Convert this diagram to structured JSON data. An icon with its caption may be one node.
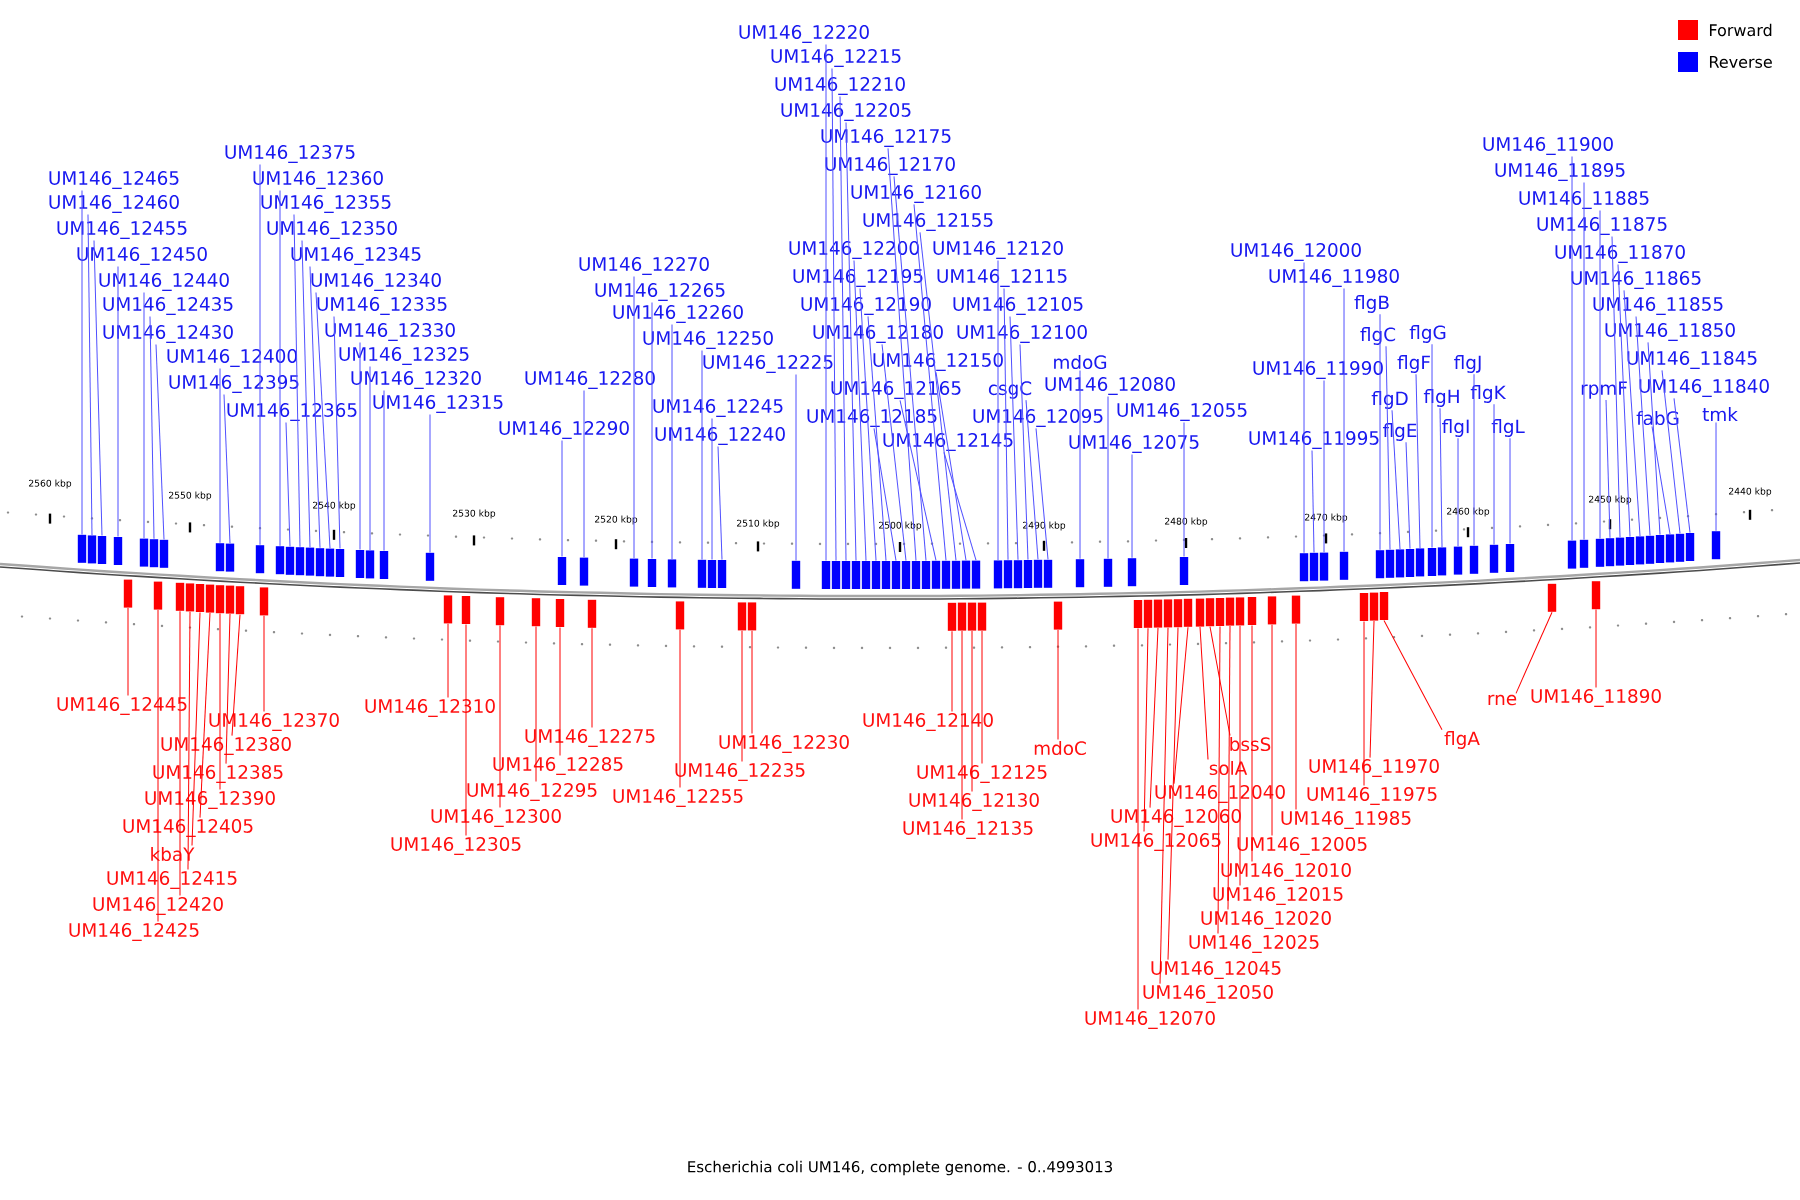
{
  "diagram": {
    "caption": "Escherichia coli UM146, complete genome. - 0..4993013",
    "nodes": [
      {
        "text": [
          "UM146_12465"
        ]
      },
      {
        "text": [
          "UM146_12460"
        ]
      },
      {
        "text": [
          "UM146_12455"
        ]
      },
      {
        "text": [
          "UM146_12450"
        ]
      },
      {
        "text": [
          "UM146_12440"
        ]
      },
      {
        "text": [
          "UM146_12435"
        ]
      },
      {
        "text": [
          "UM146_12430"
        ]
      },
      {
        "text": [
          "UM146_12400"
        ]
      },
      {
        "text": [
          "UM146_12395"
        ]
      },
      {
        "text": [
          "UM146_12375"
        ]
      },
      {
        "text": [
          "UM146_12360"
        ]
      },
      {
        "text": [
          "UM146_12355"
        ]
      },
      {
        "text": [
          "UM146_12350"
        ]
      },
      {
        "text": [
          "UM146_12345"
        ]
      },
      {
        "text": [
          "UM146_12340"
        ]
      },
      {
        "text": [
          "UM146_12335"
        ]
      },
      {
        "text": [
          "UM146_12330"
        ]
      },
      {
        "text": [
          "UM146_12325"
        ]
      },
      {
        "text": [
          "UM146_12320"
        ]
      },
      {
        "text": [
          "UM146_12365"
        ]
      },
      {
        "text": [
          "UM146_12315"
        ]
      },
      {
        "text": [
          "UM146_12290"
        ]
      },
      {
        "text": [
          "UM146_12280"
        ]
      },
      {
        "text": [
          "UM146_12270"
        ]
      },
      {
        "text": [
          "UM146_12265"
        ]
      },
      {
        "text": [
          "UM146_12260"
        ]
      },
      {
        "text": [
          "UM146_12250"
        ]
      },
      {
        "text": [
          "UM146_12245"
        ]
      },
      {
        "text": [
          "UM146_12240"
        ]
      },
      {
        "text": [
          "UM146_12225"
        ]
      },
      {
        "text": [
          "UM146_12220"
        ]
      },
      {
        "text": [
          "UM146_12215"
        ]
      },
      {
        "text": [
          "UM146_12210"
        ]
      },
      {
        "text": [
          "UM146_12205"
        ]
      },
      {
        "text": [
          "UM146_12175"
        ]
      },
      {
        "text": [
          "UM146_12170"
        ]
      },
      {
        "text": [
          "UM146_12160"
        ]
      },
      {
        "text": [
          "UM146_12155"
        ]
      },
      {
        "text": [
          "UM146_12200"
        ]
      },
      {
        "text": [
          "UM146_12195"
        ]
      },
      {
        "text": [
          "UM146_12190"
        ]
      },
      {
        "text": [
          "UM146_12180"
        ]
      },
      {
        "text": [
          "UM146_12150"
        ]
      },
      {
        "text": [
          "UM146_12165"
        ]
      },
      {
        "text": [
          "UM146_12185"
        ]
      },
      {
        "text": [
          "UM146_12145"
        ]
      },
      {
        "text": [
          "UM146_12120"
        ]
      },
      {
        "text": [
          "UM146_12115"
        ]
      },
      {
        "text": [
          "UM146_12105"
        ]
      },
      {
        "text": [
          "UM146_12100"
        ]
      },
      {
        "text": [
          "mdoG"
        ]
      },
      {
        "text": [
          "csgC"
        ]
      },
      {
        "text": [
          "UM146_12080"
        ]
      },
      {
        "text": [
          "UM146_12095"
        ]
      },
      {
        "text": [
          "UM146_12055"
        ]
      },
      {
        "text": [
          "UM146_12075"
        ]
      },
      {
        "text": [
          "UM146_12000"
        ]
      },
      {
        "text": [
          "UM146_11980"
        ]
      },
      {
        "text": [
          "flgB"
        ]
      },
      {
        "text": [
          "flgC"
        ]
      },
      {
        "text": [
          "flgG"
        ]
      },
      {
        "text": [
          "flgF"
        ]
      },
      {
        "text": [
          "flgJ"
        ]
      },
      {
        "text": [
          "UM146_11990"
        ]
      },
      {
        "text": [
          "flgD"
        ]
      },
      {
        "text": [
          "flgH"
        ]
      },
      {
        "text": [
          "flgK"
        ]
      },
      {
        "text": [
          "flgE"
        ]
      },
      {
        "text": [
          "flgI"
        ]
      },
      {
        "text": [
          "flgL"
        ]
      },
      {
        "text": [
          "UM146_11995"
        ]
      },
      {
        "text": [
          "UM146_11900"
        ]
      },
      {
        "text": [
          "UM146_11895"
        ]
      },
      {
        "text": [
          "UM146_11885"
        ]
      },
      {
        "text": [
          "UM146_11875"
        ]
      },
      {
        "text": [
          "UM146_11870"
        ]
      },
      {
        "text": [
          "UM146_11865"
        ]
      },
      {
        "text": [
          "UM146_11855"
        ]
      },
      {
        "text": [
          "UM146_11850"
        ]
      },
      {
        "text": [
          "UM146_11845"
        ]
      },
      {
        "text": [
          "UM146_11840"
        ]
      },
      {
        "text": [
          "rpmF"
        ]
      },
      {
        "text": [
          "fabG"
        ]
      },
      {
        "text": [
          "tmk"
        ]
      },
      {
        "text": [
          "UM146_12445"
        ]
      },
      {
        "text": [
          "UM146_12370"
        ]
      },
      {
        "text": [
          "UM146_12380"
        ]
      },
      {
        "text": [
          "UM146_12385"
        ]
      },
      {
        "text": [
          "UM146_12390"
        ]
      },
      {
        "text": [
          "UM146_12405"
        ]
      },
      {
        "text": [
          "kbaY"
        ]
      },
      {
        "text": [
          "UM146_12415"
        ]
      },
      {
        "text": [
          "UM146_12420"
        ]
      },
      {
        "text": [
          "UM146_12425"
        ]
      },
      {
        "text": [
          "UM146_12310"
        ]
      },
      {
        "text": [
          "UM146_12305"
        ]
      },
      {
        "text": [
          "UM146_12300"
        ]
      },
      {
        "text": [
          "UM146_12295"
        ]
      },
      {
        "text": [
          "UM146_12285"
        ]
      },
      {
        "text": [
          "UM146_12275"
        ]
      },
      {
        "text": [
          "UM146_12255"
        ]
      },
      {
        "text": [
          "UM146_12235"
        ]
      },
      {
        "text": [
          "UM146_12230"
        ]
      },
      {
        "text": [
          "UM146_12140"
        ]
      },
      {
        "text": [
          "UM146_12125"
        ]
      },
      {
        "text": [
          "UM146_12130"
        ]
      },
      {
        "text": [
          "UM146_12135"
        ]
      },
      {
        "text": [
          "mdoC"
        ]
      },
      {
        "text": [
          "bssS"
        ]
      },
      {
        "text": [
          "solA"
        ]
      },
      {
        "text": [
          "UM146_12040"
        ]
      },
      {
        "text": [
          "UM146_12060"
        ]
      },
      {
        "text": [
          "UM146_12065"
        ]
      },
      {
        "text": [
          "UM146_12005"
        ]
      },
      {
        "text": [
          "UM146_12010"
        ]
      },
      {
        "text": [
          "UM146_12015"
        ]
      },
      {
        "text": [
          "UM146_12020"
        ]
      },
      {
        "text": [
          "UM146_12025"
        ]
      },
      {
        "text": [
          "UM146_12045"
        ]
      },
      {
        "text": [
          "UM146_12050"
        ]
      },
      {
        "text": [
          "UM146_12070"
        ]
      },
      {
        "text": [
          "UM146_11970"
        ]
      },
      {
        "text": [
          "UM146_11975"
        ]
      },
      {
        "text": [
          "UM146_11985"
        ]
      },
      {
        "text": [
          "flgA"
        ]
      },
      {
        "text": [
          "rne"
        ]
      },
      {
        "text": [
          "UM146_11890"
        ]
      },
      {
        "text": [],
        "shape": "bar"
      },
      {
        "text": [],
        "shape": "bar"
      },
      {
        "text": [],
        "shape": "bar"
      },
      {
        "text": [],
        "shape": "bar"
      },
      {
        "text": [],
        "shape": "bar"
      },
      {
        "text": [],
        "shape": "bar"
      },
      {
        "text": [],
        "shape": "bar"
      },
      {
        "text": [],
        "shape": "bar"
      },
      {
        "text": [],
        "shape": "bar"
      },
      {
        "text": [],
        "shape": "bar"
      },
      {
        "text": [],
        "shape": "bar"
      },
      {
        "text": [],
        "shape": "bar"
      },
      {
        "text": [],
        "shape": "bar"
      },
      {
        "text": [],
        "shape": "bar"
      },
      {
        "text": [],
        "shape": "bar"
      },
      {
        "text": [],
        "shape": "bar"
      },
      {
        "text": [],
        "shape": "bar"
      },
      {
        "text": [],
        "shape": "bar"
      },
      {
        "text": [],
        "shape": "bar"
      },
      {
        "text": [],
        "shape": "bar"
      },
      {
        "text": [],
        "shape": "bar"
      },
      {
        "text": [],
        "shape": "bar"
      },
      {
        "text": [],
        "shape": "bar"
      },
      {
        "text": [],
        "shape": "bar"
      },
      {
        "text": [],
        "shape": "bar"
      },
      {
        "text": [],
        "shape": "bar"
      },
      {
        "text": [],
        "shape": "bar"
      },
      {
        "text": [],
        "shape": "bar"
      },
      {
        "text": [],
        "shape": "bar"
      },
      {
        "text": [],
        "shape": "bar"
      },
      {
        "text": [],
        "shape": "bar"
      },
      {
        "text": [],
        "shape": "bar"
      },
      {
        "text": [],
        "shape": "bar"
      },
      {
        "text": [],
        "shape": "bar"
      },
      {
        "text": [],
        "shape": "bar"
      },
      {
        "text": [],
        "shape": "bar"
      },
      {
        "text": [],
        "shape": "bar"
      },
      {
        "text": [],
        "shape": "bar"
      },
      {
        "text": [],
        "shape": "bar"
      },
      {
        "text": [],
        "shape": "bar"
      },
      {
        "text": [],
        "shape": "bar"
      },
      {
        "text": [],
        "shape": "bar"
      },
      {
        "text": [],
        "shape": "bar"
      },
      {
        "text": [],
        "shape": "bar"
      },
      {
        "text": [],
        "shape": "bar"
      },
      {
        "text": [],
        "shape": "bar"
      },
      {
        "text": [],
        "shape": "bar"
      },
      {
        "text": [],
        "shape": "bar"
      },
      {
        "text": [],
        "shape": "bar"
      },
      {
        "text": [],
        "shape": "bar"
      },
      {
        "text": [],
        "shape": "bar"
      },
      {
        "text": [],
        "shape": "bar"
      },
      {
        "text": [],
        "shape": "bar"
      },
      {
        "text": [],
        "shape": "bar"
      },
      {
        "text": [],
        "shape": "bar"
      },
      {
        "text": [],
        "shape": "bar"
      },
      {
        "text": [],
        "shape": "bar"
      },
      {
        "text": [],
        "shape": "bar"
      },
      {
        "text": [],
        "shape": "bar"
      },
      {
        "text": [],
        "shape": "bar"
      },
      {
        "text": [],
        "shape": "bar"
      },
      {
        "text": [],
        "shape": "bar"
      },
      {
        "text": [],
        "shape": "bar"
      },
      {
        "text": [],
        "shape": "bar"
      },
      {
        "text": [],
        "shape": "bar"
      },
      {
        "text": [],
        "shape": "bar"
      },
      {
        "text": [],
        "shape": "bar"
      },
      {
        "text": [],
        "shape": "bar"
      },
      {
        "text": [],
        "shape": "bar"
      },
      {
        "text": [],
        "shape": "bar"
      },
      {
        "text": [],
        "shape": "bar"
      },
      {
        "text": [],
        "shape": "bar"
      },
      {
        "text": [],
        "shape": "bar"
      },
      {
        "text": [],
        "shape": "bar"
      },
      {
        "text": [],
        "shape": "bar"
      },
      {
        "text": [],
        "shape": "bar"
      },
      {
        "text": [],
        "shape": "bar"
      },
      {
        "text": [],
        "shape": "bar"
      },
      {
        "text": [],
        "shape": "bar"
      },
      {
        "text": [],
        "shape": "bar"
      },
      {
        "text": [],
        "shape": "bar"
      },
      {
        "text": [],
        "shape": "bar"
      },
      {
        "text": [],
        "shape": "bar"
      },
      {
        "text": [],
        "shape": "bar"
      },
      {
        "text": [],
        "shape": "bar"
      },
      {
        "text": [],
        "shape": "bar"
      },
      {
        "text": [],
        "shape": "bar"
      },
      {
        "text": [],
        "shape": "bar"
      },
      {
        "text": [],
        "shape": "bar"
      },
      {
        "text": [],
        "shape": "bar"
      },
      {
        "text": [],
        "shape": "bar"
      },
      {
        "text": [],
        "shape": "bar"
      },
      {
        "text": [],
        "shape": "bar"
      },
      {
        "text": [],
        "shape": "bar"
      },
      {
        "text": [],
        "shape": "bar"
      },
      {
        "text": [],
        "shape": "bar"
      },
      {
        "text": [],
        "shape": "bar"
      },
      {
        "text": [],
        "shape": "bar"
      },
      {
        "text": [],
        "shape": "bar"
      },
      {
        "text": [],
        "shape": "bar"
      },
      {
        "text": [],
        "shape": "bar"
      },
      {
        "text": [],
        "shape": "bar"
      },
      {
        "text": [],
        "shape": "bar"
      },
      {
        "text": [],
        "shape": "bar"
      },
      {
        "text": [],
        "shape": "bar"
      },
      {
        "text": [],
        "shape": "bar"
      },
      {
        "text": [],
        "shape": "bar"
      },
      {
        "text": [],
        "shape": "bar"
      },
      {
        "text": [],
        "shape": "bar"
      },
      {
        "text": [],
        "shape": "bar"
      },
      {
        "text": [],
        "shape": "bar"
      },
      {
        "text": [],
        "shape": "bar"
      },
      {
        "text": [],
        "shape": "bar"
      },
      {
        "text": [],
        "shape": "bar"
      },
      {
        "text": [],
        "shape": "bar"
      },
      {
        "text": [],
        "shape": "bar"
      },
      {
        "text": [],
        "shape": "bar"
      },
      {
        "text": [],
        "shape": "bar"
      },
      {
        "text": [],
        "shape": "bar"
      },
      {
        "text": [],
        "shape": "bar"
      },
      {
        "text": [],
        "shape": "bar"
      },
      {
        "text": [],
        "shape": "bar"
      },
      {
        "text": [],
        "shape": "bar"
      },
      {
        "text": [],
        "shape": "bar"
      },
      {
        "text": [],
        "shape": "bar"
      },
      {
        "text": [],
        "shape": "bar"
      },
      {
        "text": [],
        "shape": "bar"
      }
    ],
    "edges": [
      {
        "from": 0,
        "to": 127,
        "arrow": "none"
      },
      {
        "from": 1,
        "to": 128,
        "arrow": "none"
      },
      {
        "from": 2,
        "to": 129,
        "arrow": "none"
      },
      {
        "from": 3,
        "to": 130,
        "arrow": "none"
      },
      {
        "from": 4,
        "to": 131,
        "arrow": "none"
      },
      {
        "from": 5,
        "to": 132,
        "arrow": "none"
      },
      {
        "from": 6,
        "to": 133,
        "arrow": "none"
      },
      {
        "from": 7,
        "to": 134,
        "arrow": "none"
      },
      {
        "from": 8,
        "to": 135,
        "arrow": "none"
      },
      {
        "from": 9,
        "to": 136,
        "arrow": "none"
      },
      {
        "from": 10,
        "to": 137,
        "arrow": "none"
      },
      {
        "from": 11,
        "to": 139,
        "arrow": "none"
      },
      {
        "from": 12,
        "to": 140,
        "arrow": "none"
      },
      {
        "from": 13,
        "to": 141,
        "arrow": "none"
      },
      {
        "from": 14,
        "to": 142,
        "arrow": "none"
      },
      {
        "from": 15,
        "to": 143,
        "arrow": "none"
      },
      {
        "from": 16,
        "to": 144,
        "arrow": "none"
      },
      {
        "from": 17,
        "to": 145,
        "arrow": "none"
      },
      {
        "from": 18,
        "to": 146,
        "arrow": "none"
      },
      {
        "from": 19,
        "to": 138,
        "arrow": "none"
      },
      {
        "from": 20,
        "to": 147,
        "arrow": "none"
      },
      {
        "from": 21,
        "to": 148,
        "arrow": "none"
      },
      {
        "from": 22,
        "to": 149,
        "arrow": "none"
      },
      {
        "from": 23,
        "to": 150,
        "arrow": "none"
      },
      {
        "from": 24,
        "to": 151,
        "arrow": "none"
      },
      {
        "from": 25,
        "to": 152,
        "arrow": "none"
      },
      {
        "from": 26,
        "to": 153,
        "arrow": "none"
      },
      {
        "from": 27,
        "to": 154,
        "arrow": "none"
      },
      {
        "from": 28,
        "to": 155,
        "arrow": "none"
      },
      {
        "from": 29,
        "to": 156,
        "arrow": "none"
      },
      {
        "from": 30,
        "to": 157,
        "arrow": "none"
      },
      {
        "from": 31,
        "to": 158,
        "arrow": "none"
      },
      {
        "from": 32,
        "to": 159,
        "arrow": "none"
      },
      {
        "from": 33,
        "to": 160,
        "arrow": "none"
      },
      {
        "from": 34,
        "to": 166,
        "arrow": "none"
      },
      {
        "from": 35,
        "to": 167,
        "arrow": "none"
      },
      {
        "from": 36,
        "to": 169,
        "arrow": "none"
      },
      {
        "from": 37,
        "to": 170,
        "arrow": "none"
      },
      {
        "from": 38,
        "to": 161,
        "arrow": "none"
      },
      {
        "from": 39,
        "to": 162,
        "arrow": "none"
      },
      {
        "from": 40,
        "to": 163,
        "arrow": "none"
      },
      {
        "from": 41,
        "to": 165,
        "arrow": "none"
      },
      {
        "from": 42,
        "to": 171,
        "arrow": "none"
      },
      {
        "from": 43,
        "to": 168,
        "arrow": "none"
      },
      {
        "from": 44,
        "to": 164,
        "arrow": "none"
      },
      {
        "from": 45,
        "to": 172,
        "arrow": "none"
      },
      {
        "from": 46,
        "to": 173,
        "arrow": "none"
      },
      {
        "from": 47,
        "to": 174,
        "arrow": "none"
      },
      {
        "from": 48,
        "to": 175,
        "arrow": "none"
      },
      {
        "from": 49,
        "to": 176,
        "arrow": "none"
      },
      {
        "from": 50,
        "to": 179,
        "arrow": "none"
      },
      {
        "from": 51,
        "to": 177,
        "arrow": "none"
      },
      {
        "from": 52,
        "to": 180,
        "arrow": "none"
      },
      {
        "from": 53,
        "to": 178,
        "arrow": "none"
      },
      {
        "from": 54,
        "to": 182,
        "arrow": "none"
      },
      {
        "from": 55,
        "to": 181,
        "arrow": "none"
      },
      {
        "from": 56,
        "to": 183,
        "arrow": "none"
      },
      {
        "from": 57,
        "to": 186,
        "arrow": "none"
      },
      {
        "from": 58,
        "to": 187,
        "arrow": "none"
      },
      {
        "from": 59,
        "to": 188,
        "arrow": "none"
      },
      {
        "from": 60,
        "to": 192,
        "arrow": "none"
      },
      {
        "from": 61,
        "to": 191,
        "arrow": "none"
      },
      {
        "from": 62,
        "to": 195,
        "arrow": "none"
      },
      {
        "from": 63,
        "to": 185,
        "arrow": "none"
      },
      {
        "from": 64,
        "to": 189,
        "arrow": "none"
      },
      {
        "from": 65,
        "to": 193,
        "arrow": "none"
      },
      {
        "from": 66,
        "to": 196,
        "arrow": "none"
      },
      {
        "from": 67,
        "to": 190,
        "arrow": "none"
      },
      {
        "from": 68,
        "to": 194,
        "arrow": "none"
      },
      {
        "from": 69,
        "to": 197,
        "arrow": "none"
      },
      {
        "from": 70,
        "to": 184,
        "arrow": "none"
      },
      {
        "from": 71,
        "to": 198,
        "arrow": "none"
      },
      {
        "from": 72,
        "to": 199,
        "arrow": "none"
      },
      {
        "from": 73,
        "to": 200,
        "arrow": "none"
      },
      {
        "from": 74,
        "to": 202,
        "arrow": "none"
      },
      {
        "from": 75,
        "to": 203,
        "arrow": "none"
      },
      {
        "from": 76,
        "to": 204,
        "arrow": "none"
      },
      {
        "from": 77,
        "to": 205,
        "arrow": "none"
      },
      {
        "from": 78,
        "to": 206,
        "arrow": "none"
      },
      {
        "from": 79,
        "to": 208,
        "arrow": "none"
      },
      {
        "from": 80,
        "to": 209,
        "arrow": "none"
      },
      {
        "from": 81,
        "to": 201,
        "arrow": "none"
      },
      {
        "from": 82,
        "to": 207,
        "arrow": "none"
      },
      {
        "from": 83,
        "to": 210,
        "arrow": "none"
      },
      {
        "from": 84,
        "to": 211,
        "arrow": "none",
        "color": "#ff0000"
      },
      {
        "from": 85,
        "to": 220,
        "arrow": "none",
        "color": "#ff0000"
      },
      {
        "from": 86,
        "to": 219,
        "arrow": "none",
        "color": "#ff0000"
      },
      {
        "from": 87,
        "to": 218,
        "arrow": "none",
        "color": "#ff0000"
      },
      {
        "from": 88,
        "to": 217,
        "arrow": "none",
        "color": "#ff0000"
      },
      {
        "from": 89,
        "to": 216,
        "arrow": "none",
        "color": "#ff0000"
      },
      {
        "from": 90,
        "to": 215,
        "arrow": "none",
        "color": "#ff0000"
      },
      {
        "from": 91,
        "to": 214,
        "arrow": "none",
        "color": "#ff0000"
      },
      {
        "from": 92,
        "to": 213,
        "arrow": "none",
        "color": "#ff0000"
      },
      {
        "from": 93,
        "to": 212,
        "arrow": "none",
        "color": "#ff0000"
      },
      {
        "from": 94,
        "to": 221,
        "arrow": "none",
        "color": "#ff0000"
      },
      {
        "from": 95,
        "to": 222,
        "arrow": "none",
        "color": "#ff0000"
      },
      {
        "from": 96,
        "to": 223,
        "arrow": "none",
        "color": "#ff0000"
      },
      {
        "from": 97,
        "to": 224,
        "arrow": "none",
        "color": "#ff0000"
      },
      {
        "from": 98,
        "to": 225,
        "arrow": "none",
        "color": "#ff0000"
      },
      {
        "from": 99,
        "to": 226,
        "arrow": "none",
        "color": "#ff0000"
      },
      {
        "from": 100,
        "to": 227,
        "arrow": "none",
        "color": "#ff0000"
      },
      {
        "from": 101,
        "to": 228,
        "arrow": "none",
        "color": "#ff0000"
      },
      {
        "from": 102,
        "to": 229,
        "arrow": "none",
        "color": "#ff0000"
      },
      {
        "from": 103,
        "to": 230,
        "arrow": "none",
        "color": "#ff0000"
      },
      {
        "from": 104,
        "to": 233,
        "arrow": "none",
        "color": "#ff0000"
      },
      {
        "from": 105,
        "to": 232,
        "arrow": "none",
        "color": "#ff0000"
      },
      {
        "from": 106,
        "to": 231,
        "arrow": "none",
        "color": "#ff0000"
      },
      {
        "from": 107,
        "to": 234,
        "arrow": "none",
        "color": "#ff0000"
      },
      {
        "from": 108,
        "to": 242,
        "arrow": "none",
        "color": "#ff0000"
      },
      {
        "from": 109,
        "to": 241,
        "arrow": "none",
        "color": "#ff0000"
      },
      {
        "from": 110,
        "to": 240,
        "arrow": "none",
        "color": "#ff0000"
      },
      {
        "from": 111,
        "to": 237,
        "arrow": "none",
        "color": "#ff0000"
      },
      {
        "from": 112,
        "to": 236,
        "arrow": "none",
        "color": "#ff0000"
      },
      {
        "from": 113,
        "to": 247,
        "arrow": "none",
        "color": "#ff0000"
      },
      {
        "from": 114,
        "to": 246,
        "arrow": "none",
        "color": "#ff0000"
      },
      {
        "from": 115,
        "to": 245,
        "arrow": "none",
        "color": "#ff0000"
      },
      {
        "from": 116,
        "to": 244,
        "arrow": "none",
        "color": "#ff0000"
      },
      {
        "from": 117,
        "to": 243,
        "arrow": "none",
        "color": "#ff0000"
      },
      {
        "from": 118,
        "to": 239,
        "arrow": "none",
        "color": "#ff0000"
      },
      {
        "from": 119,
        "to": 238,
        "arrow": "none",
        "color": "#ff0000"
      },
      {
        "from": 120,
        "to": 235,
        "arrow": "none",
        "color": "#ff0000"
      },
      {
        "from": 121,
        "to": 250,
        "arrow": "none",
        "color": "#ff0000"
      },
      {
        "from": 122,
        "to": 249,
        "arrow": "none",
        "color": "#ff0000"
      },
      {
        "from": 123,
        "to": 248,
        "arrow": "none",
        "color": "#ff0000"
      },
      {
        "from": 124,
        "to": 251,
        "arrow": "none",
        "color": "#ff0000"
      },
      {
        "from": 125,
        "to": 252,
        "arrow": "none",
        "color": "#ff0000"
      },
      {
        "from": 126,
        "to": 253,
        "arrow": "none",
        "color": "#ff0000"
      }
    ],
    "labels": [
      "2560 kbp",
      "2550 kbp",
      "2540 kbp",
      "2530 kbp",
      "2520 kbp",
      "2510 kbp",
      "2500 kbp",
      "2490 kbp",
      "2480 kbp",
      "2470 kbp",
      "2460 kbp",
      "2450 kbp",
      "2440 kbp"
    ],
    "legend": [
      {
        "text": "Forward",
        "color": "#ff0000"
      },
      {
        "text": "Reverse",
        "color": "#0000ff"
      }
    ]
  }
}
